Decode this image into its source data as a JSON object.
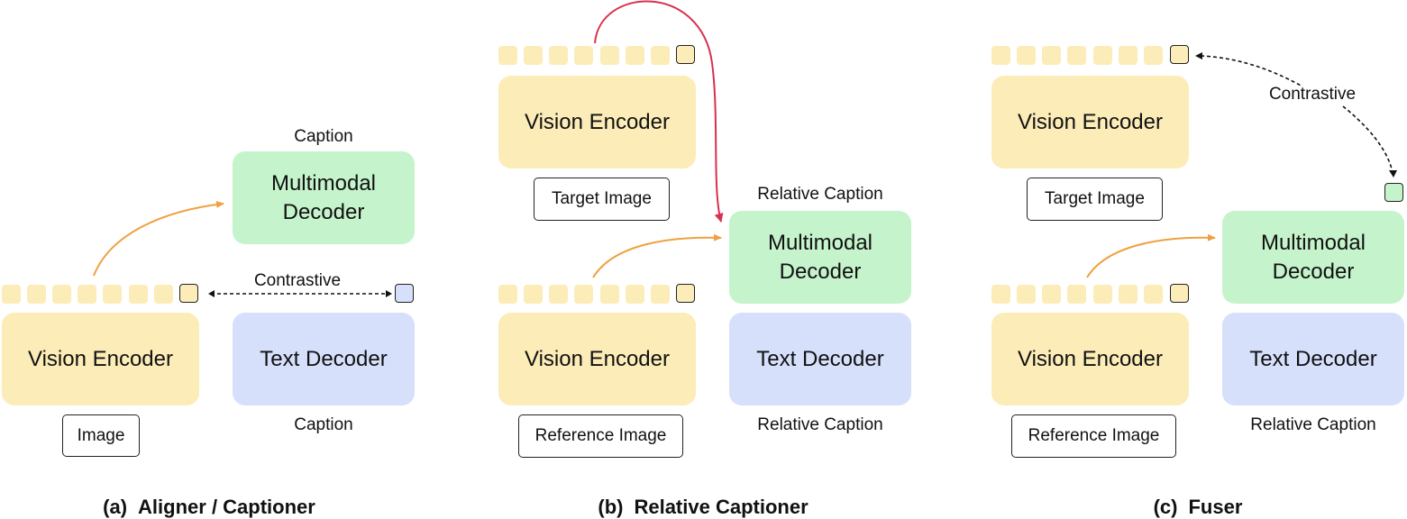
{
  "panel_a": {
    "vision_encoder": "Vision Encoder",
    "input": "Image",
    "multimodal_top_label": "Caption",
    "multimodal_decoder": "Multimodal\nDecoder",
    "text_decoder": "Text Decoder",
    "text_decoder_label": "Caption",
    "contrastive": "Contrastive",
    "caption_tag": "(a)",
    "caption_title": "Aligner / Captioner"
  },
  "panel_b": {
    "target_encoder": "Vision Encoder",
    "target_input": "Target Image",
    "multimodal_top_label": "Relative Caption",
    "multimodal_decoder": "Multimodal\nDecoder",
    "ref_encoder": "Vision Encoder",
    "ref_input": "Reference Image",
    "text_decoder": "Text Decoder",
    "text_decoder_label": "Relative Caption",
    "caption_tag": "(b)",
    "caption_title": "Relative Captioner"
  },
  "panel_c": {
    "target_encoder": "Vision Encoder",
    "target_input": "Target Image",
    "contrastive": "Contrastive",
    "multimodal_decoder": "Multimodal\nDecoder",
    "ref_encoder": "Vision Encoder",
    "ref_input": "Reference Image",
    "text_decoder": "Text Decoder",
    "text_decoder_label": "Relative Caption",
    "caption_tag": "(c)",
    "caption_title": "Fuser"
  },
  "colors": {
    "encoder": "#fcecb8",
    "multimodal": "#c5f3cb",
    "text_decoder": "#d6e0fb",
    "orange_arrow": "#f0a040",
    "red_arrow": "#d8314f"
  }
}
